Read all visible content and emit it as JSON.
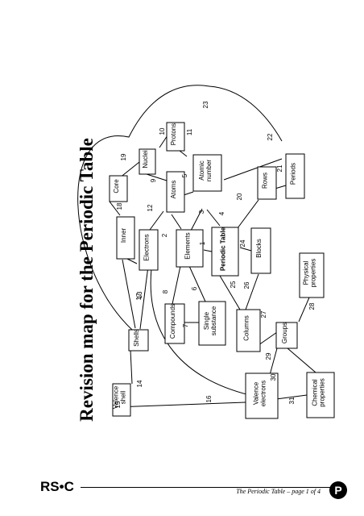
{
  "title": "Revision map for the Periodic Table",
  "logo": "RS•C",
  "footer": "The Periodic Table – page 1 of 4",
  "badge_letter": "P",
  "nodes": [
    {
      "id": "core",
      "lines": [
        "Core"
      ]
    },
    {
      "id": "nuclei",
      "lines": [
        "Nuclei"
      ]
    },
    {
      "id": "protons",
      "lines": [
        "Protons"
      ]
    },
    {
      "id": "inner",
      "lines": [
        "Inner"
      ]
    },
    {
      "id": "atoms",
      "lines": [
        "Atoms"
      ]
    },
    {
      "id": "atomic-number",
      "lines": [
        "Atomic",
        "number"
      ]
    },
    {
      "id": "electrons",
      "lines": [
        "Electrons"
      ]
    },
    {
      "id": "elements",
      "lines": [
        "Elements"
      ]
    },
    {
      "id": "periodic-table",
      "lines": [
        "Periodic Table"
      ]
    },
    {
      "id": "rows",
      "lines": [
        "Rows"
      ]
    },
    {
      "id": "periods",
      "lines": [
        "Periods"
      ]
    },
    {
      "id": "blocks",
      "lines": [
        "Blocks"
      ]
    },
    {
      "id": "compounds",
      "lines": [
        "Compounds"
      ]
    },
    {
      "id": "single-substance",
      "lines": [
        "Single",
        "substance"
      ]
    },
    {
      "id": "physical-properties",
      "lines": [
        "Physical",
        "properties"
      ]
    },
    {
      "id": "columns",
      "lines": [
        "Columns"
      ]
    },
    {
      "id": "groups",
      "lines": [
        "Groups"
      ]
    },
    {
      "id": "shells",
      "lines": [
        "Shells"
      ]
    },
    {
      "id": "valence-shell",
      "lines": [
        "Valence",
        "shell"
      ]
    },
    {
      "id": "valence-electrons",
      "lines": [
        "Valence",
        "electrons"
      ]
    },
    {
      "id": "chemical-properties",
      "lines": [
        "Chemical",
        "properties"
      ]
    }
  ],
  "link_numbers": [
    "1",
    "2",
    "3",
    "4",
    "5",
    "6",
    "7",
    "8",
    "9",
    "10",
    "11",
    "12",
    "13",
    "14",
    "15",
    "16",
    "17",
    "18",
    "19",
    "20",
    "21",
    "22",
    "23",
    "24",
    "25",
    "26",
    "27",
    "28",
    "29",
    "30",
    "31"
  ]
}
